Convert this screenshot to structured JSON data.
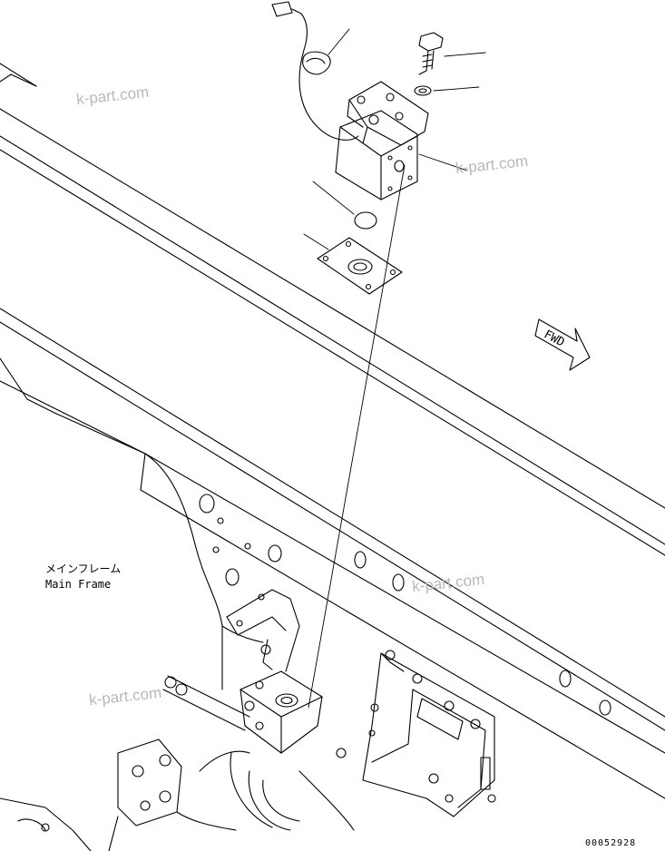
{
  "labels": {
    "main_frame_jp": "メインフレーム",
    "main_frame_en": "Main Frame",
    "fwd": "FWD",
    "drawing_code": "00052928"
  },
  "watermark": "k-part.com",
  "colors": {
    "line": "#000000",
    "watermark": "#b8b8b8",
    "background": "#ffffff"
  }
}
